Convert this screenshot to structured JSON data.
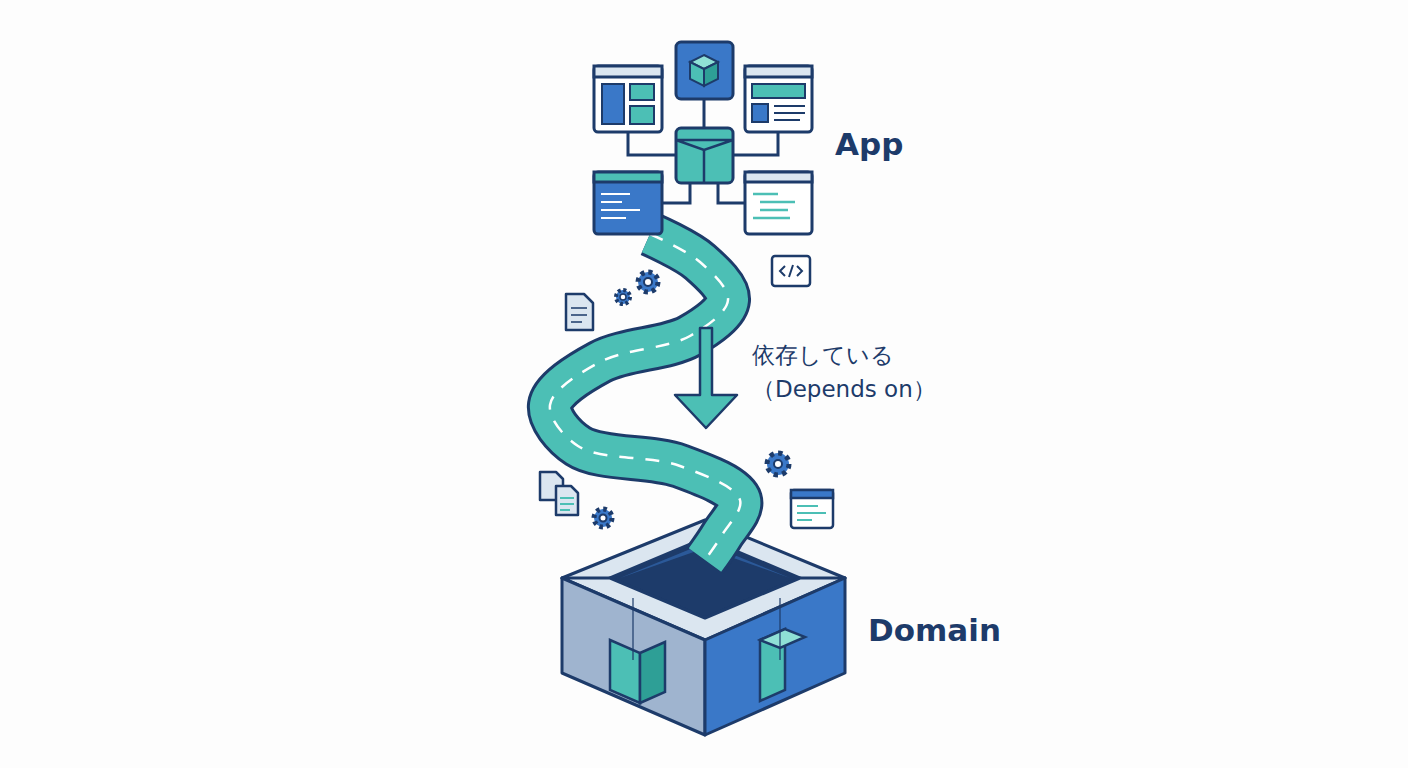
{
  "diagram": {
    "nodes": [
      {
        "text": [
          "App"
        ]
      },
      {
        "text": [
          "Domain"
        ]
      }
    ],
    "edges": [
      {
        "from": 0,
        "to": 1,
        "arrow": "to",
        "label": "依存している （Depends on）"
      }
    ]
  }
}
